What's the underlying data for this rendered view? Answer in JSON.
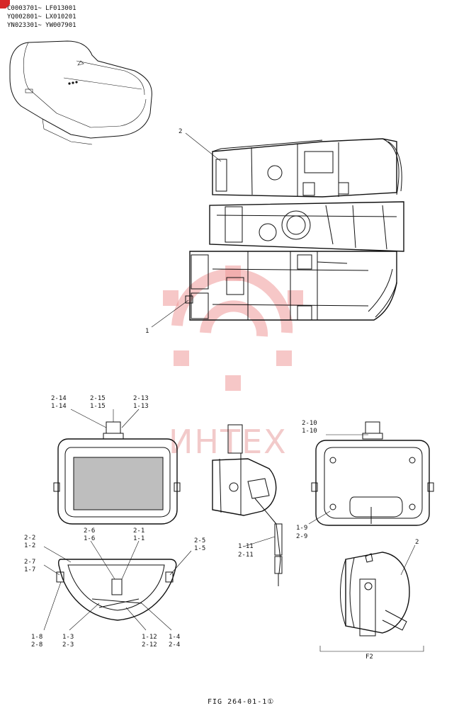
{
  "header": {
    "lines": [
      "C0003701~ LF013001",
      "YQ002801~ LX010201",
      "YN023301~ YW007901"
    ]
  },
  "watermark": {
    "text": "ИНТЕХ",
    "color": "#e57373"
  },
  "labels": {
    "frame_2": "2",
    "frame_1": "1",
    "front_left_top": "2-14",
    "front_left_bot": "1-14",
    "front_mid_top": "2-15",
    "front_mid_bot": "1-15",
    "front_right_top": "2-13",
    "front_right_bot": "1-13",
    "rear_top": "2-10",
    "rear_bot": "1-10",
    "rear_side_top": "1-9",
    "rear_side_bot": "2-9",
    "base_l1_top": "2-2",
    "base_l1_bot": "1-2",
    "base_l2_top": "2-7",
    "base_l2_bot": "1-7",
    "base_c1_top": "2-6",
    "base_c1_bot": "1-6",
    "base_c2_top": "2-1",
    "base_c2_bot": "1-1",
    "base_r_top": "2-5",
    "base_r_bot": "1-5",
    "base_b1_top": "1-8",
    "base_b1_bot": "2-8",
    "base_b2_top": "1-3",
    "base_b2_bot": "2-3",
    "base_b3_top": "1-12",
    "base_b3_bot": "2-12",
    "base_b4_top": "1-4",
    "base_b4_bot": "2-4",
    "side_top": "1-11",
    "side_bot": "2-11",
    "lamp_2": "2",
    "f2": "F2"
  },
  "caption": "FIG 264-01-1①"
}
